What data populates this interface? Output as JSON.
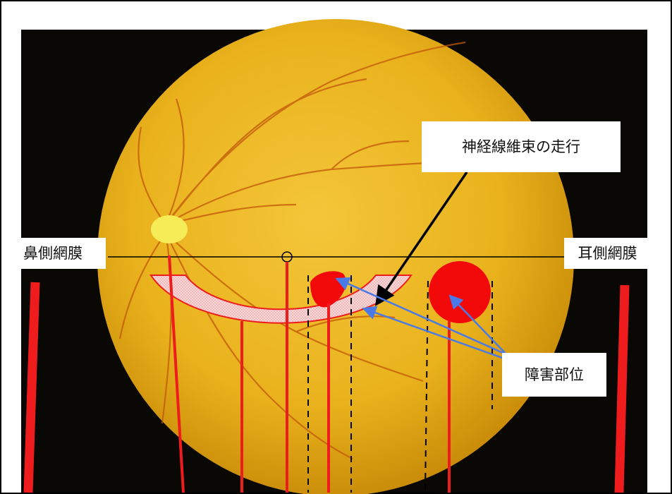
{
  "labels": {
    "nerve_fiber_bundle": "神経線維束の走行",
    "nasal_retina": "鼻側網膜",
    "temporal_retina": "耳側網膜",
    "lesion_site": "障害部位"
  },
  "colors": {
    "background_black": "#0a0804",
    "fundus_yellow": "#e8b418",
    "optic_disc": "#f6ec58",
    "lesion_red": "#f20a0a",
    "guide_red": "#ee1c1c",
    "arrow_blue": "#4a7ae8",
    "bundle_fill": "#f4cccc"
  },
  "lesions": [
    {
      "id": "nerve-fiber-bundle-arc",
      "shape": "arc-band"
    },
    {
      "id": "small-lesion",
      "shape": "blob"
    },
    {
      "id": "large-lesion",
      "shape": "circle"
    }
  ]
}
